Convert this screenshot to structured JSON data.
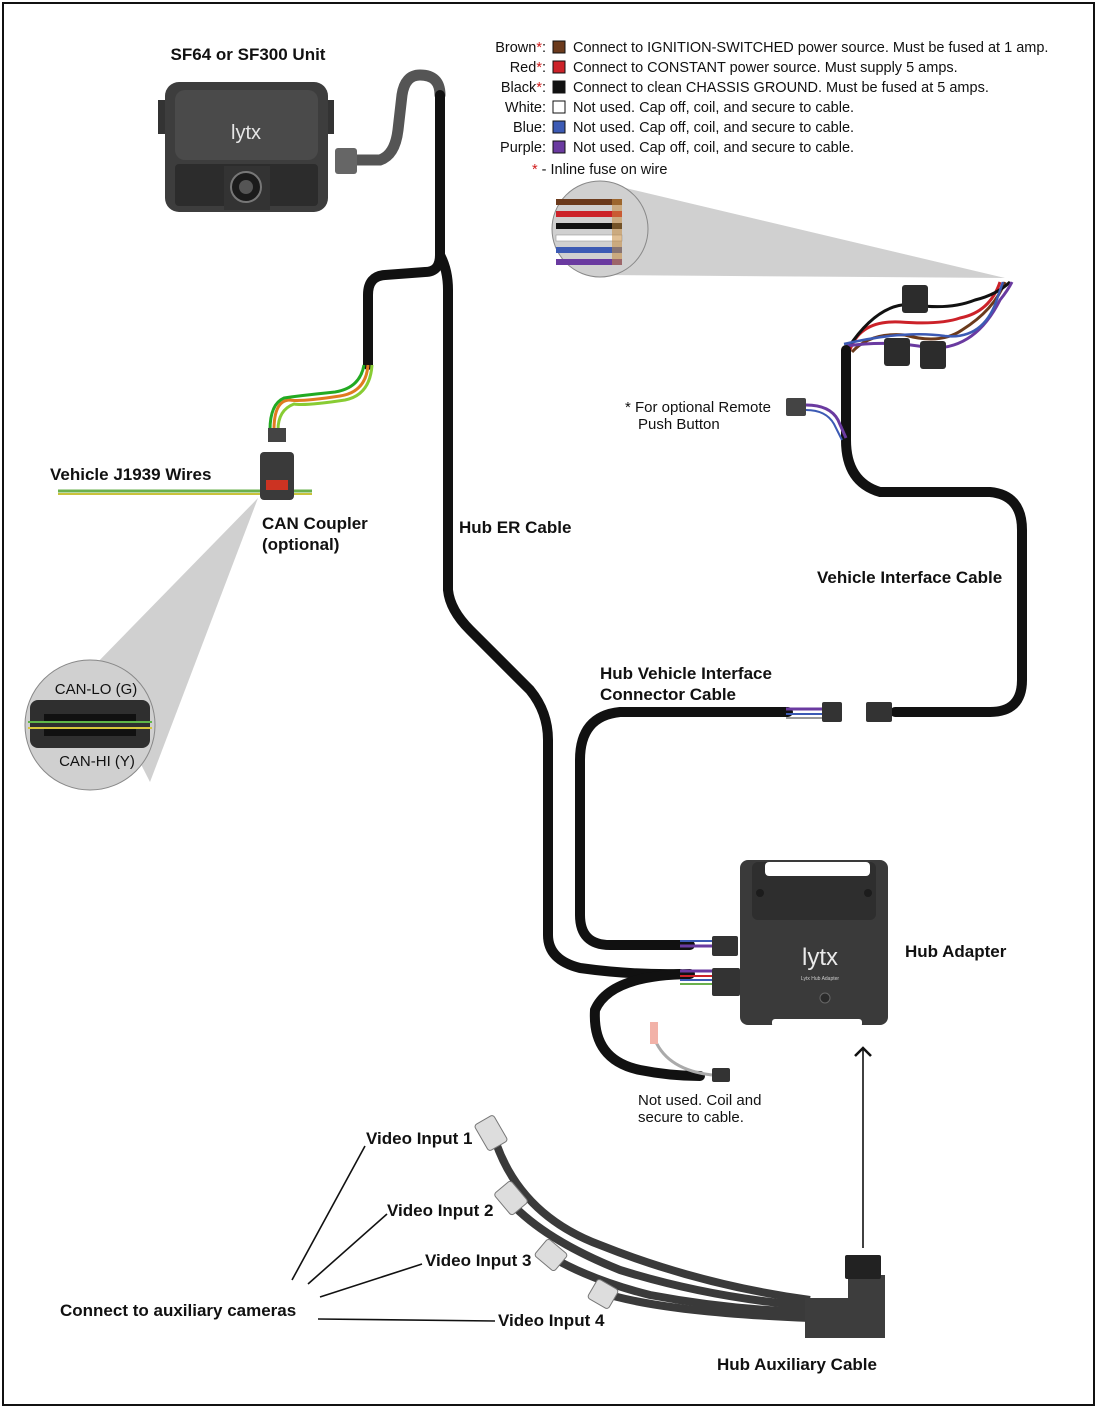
{
  "title_unit": "SF64 or SF300 Unit",
  "brand": "lytx",
  "hub_brand_small": "Lytx Hub Adapter",
  "legend": [
    {
      "name": "Brown",
      "star": "*",
      "color": "#6b3a1c",
      "text": "Connect to IGNITION-SWITCHED power source. Must be fused at 1 amp."
    },
    {
      "name": "Red",
      "star": "*",
      "color": "#cc2229",
      "text": "Connect to CONSTANT power source. Must supply 5 amps."
    },
    {
      "name": "Black",
      "star": "*",
      "color": "#111111",
      "text": "Connect to clean CHASSIS GROUND. Must be fused at 5 amps."
    },
    {
      "name": "White",
      "star": "",
      "color": "#ffffff",
      "text": "Not used. Cap off, coil, and secure to cable."
    },
    {
      "name": "Blue",
      "star": "",
      "color": "#3c5ab4",
      "text": "Not used. Cap off, coil, and secure to cable."
    },
    {
      "name": "Purple",
      "star": "",
      "color": "#6a3aa0",
      "text": "Not used. Cap off, coil, and secure to cable."
    }
  ],
  "fuse_note_star": "*",
  "fuse_note": "- Inline fuse on wire",
  "labels": {
    "remote_1": "* For optional Remote",
    "remote_2": "Push Button",
    "j1939": "Vehicle J1939 Wires",
    "can_coupler_1": "CAN Coupler",
    "can_coupler_2": "(optional)",
    "hub_er": "Hub ER Cable",
    "vic": "Vehicle Interface Cable",
    "hvic_1": "Hub Vehicle Interface",
    "hvic_2": "Connector Cable",
    "can_lo": "CAN-LO (G)",
    "can_hi": "CAN-HI (Y)",
    "hub_adapter": "Hub Adapter",
    "not_used_1": "Not used. Coil and",
    "not_used_2": "secure to cable.",
    "video1": "Video Input 1",
    "video2": "Video Input 2",
    "video3": "Video Input 3",
    "video4": "Video Input 4",
    "aux_cams": "Connect to auxiliary cameras",
    "hub_aux": "Hub Auxiliary Cable"
  }
}
